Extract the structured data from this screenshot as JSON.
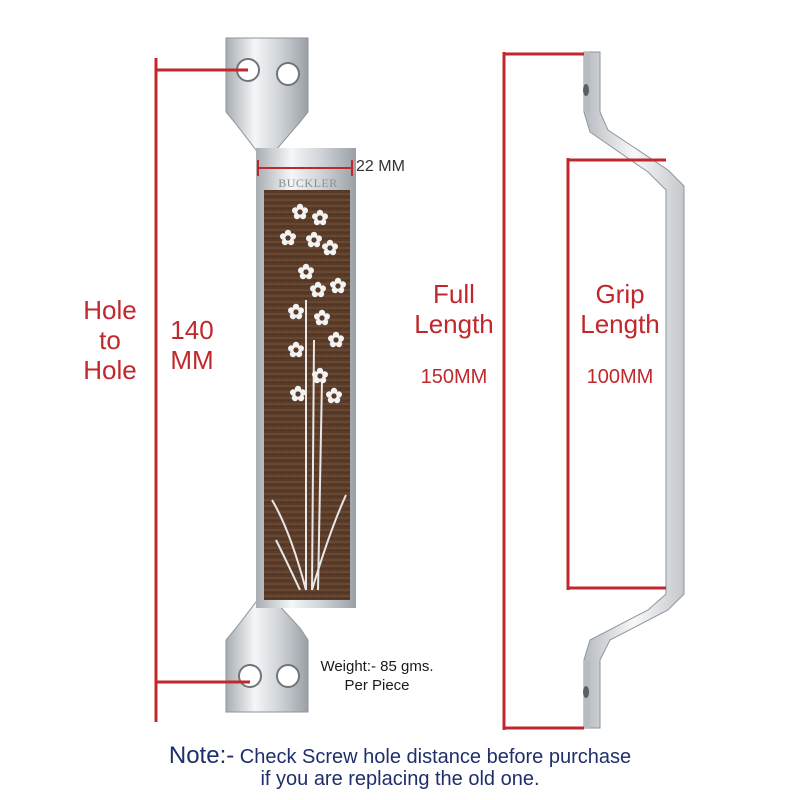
{
  "colors": {
    "annotation": "#c0282d",
    "note": "#1f2f6b",
    "panel": "#5a3b28",
    "chrome": "#d4d8dc"
  },
  "brand": "BUCKLER",
  "dimensions": {
    "width_label": "22 MM",
    "hole_to_hole": [
      "Hole",
      "to",
      "Hole"
    ],
    "hole_value": [
      "140",
      "MM"
    ],
    "full_length": [
      "Full",
      "Length"
    ],
    "full_value": "150MM",
    "grip_length": [
      "Grip",
      "Length"
    ],
    "grip_value": "100MM"
  },
  "weight": [
    "Weight:- 85 gms.",
    "Per Piece"
  ],
  "note": {
    "label": "Note:-",
    "line1": "Check Screw hole distance before purchase",
    "line2": "if you are replacing the old one."
  }
}
